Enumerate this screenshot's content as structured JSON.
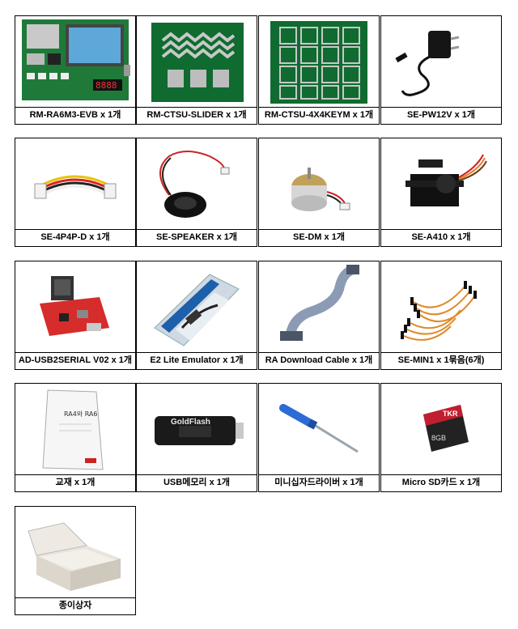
{
  "items": [
    {
      "label": "RM-RA6M3-EVB x 1개",
      "icon": "evaluation-board"
    },
    {
      "label": "RM-CTSU-SLIDER x 1개",
      "icon": "slider-board"
    },
    {
      "label": "RM-CTSU-4X4KEYM x 1개",
      "icon": "keypad-board"
    },
    {
      "label": "SE-PW12V x 1개",
      "icon": "power-adapter"
    },
    {
      "label": "SE-4P4P-D x 1개",
      "icon": "cable"
    },
    {
      "label": "SE-SPEAKER x 1개",
      "icon": "speaker"
    },
    {
      "label": "SE-DM x 1개",
      "icon": "dc-motor"
    },
    {
      "label": "SE-A410 x 1개",
      "icon": "servo"
    },
    {
      "label": "AD-USB2SERIAL V02 x 1개",
      "icon": "usb-serial-adapter"
    },
    {
      "label": "E2 Lite Emulator x 1개",
      "icon": "emulator-package"
    },
    {
      "label": "RA Download Cable x 1개",
      "icon": "ribbon-cable"
    },
    {
      "label": "SE-MIN1 x 1묶음(6개)",
      "icon": "jumper-wires"
    },
    {
      "label": "교재 x 1개",
      "icon": "textbook"
    },
    {
      "label": "USB메모리 x 1개",
      "icon": "usb-drive"
    },
    {
      "label": "미니십자드라이버 x 1개",
      "icon": "screwdriver"
    },
    {
      "label": "Micro SD카드 x 1개",
      "icon": "sd-card"
    },
    {
      "label": "종이상자",
      "icon": "paper-box"
    }
  ],
  "textbook_cover": {
    "line1": "RA4와 RA6"
  },
  "usb_brand": "GoldFlash",
  "sd_card_brand": "TKR",
  "sd_card_capacity": "8GB"
}
